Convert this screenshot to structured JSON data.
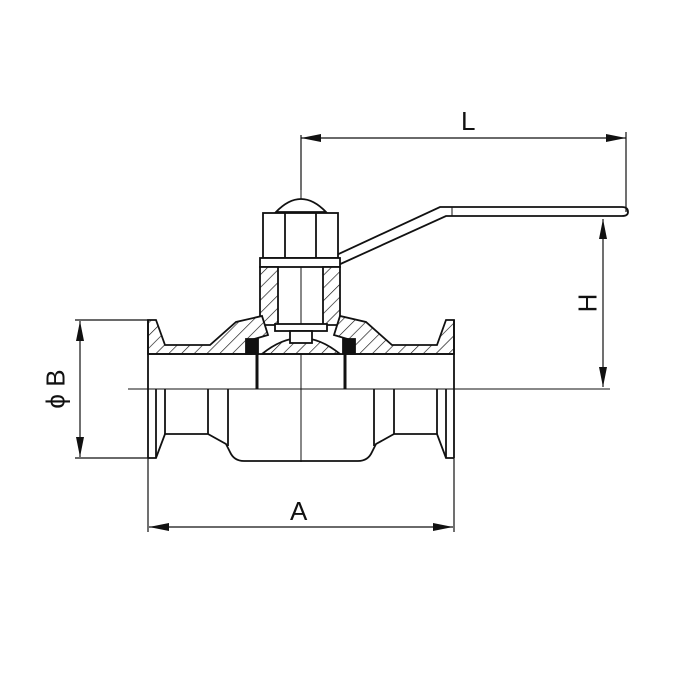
{
  "drawing": {
    "subject": "sanitary tri-clamp ball valve, sectional view",
    "dimensions": {
      "L": {
        "label": "L",
        "meaning": "handle length"
      },
      "H": {
        "label": "H",
        "meaning": "height from centerline to handle"
      },
      "B": {
        "label": "ϕ B",
        "meaning": "clamp flange outer diameter"
      },
      "A": {
        "label": "A",
        "meaning": "face-to-face length"
      }
    },
    "colors": {
      "line": "#111111",
      "background": "#ffffff"
    }
  }
}
